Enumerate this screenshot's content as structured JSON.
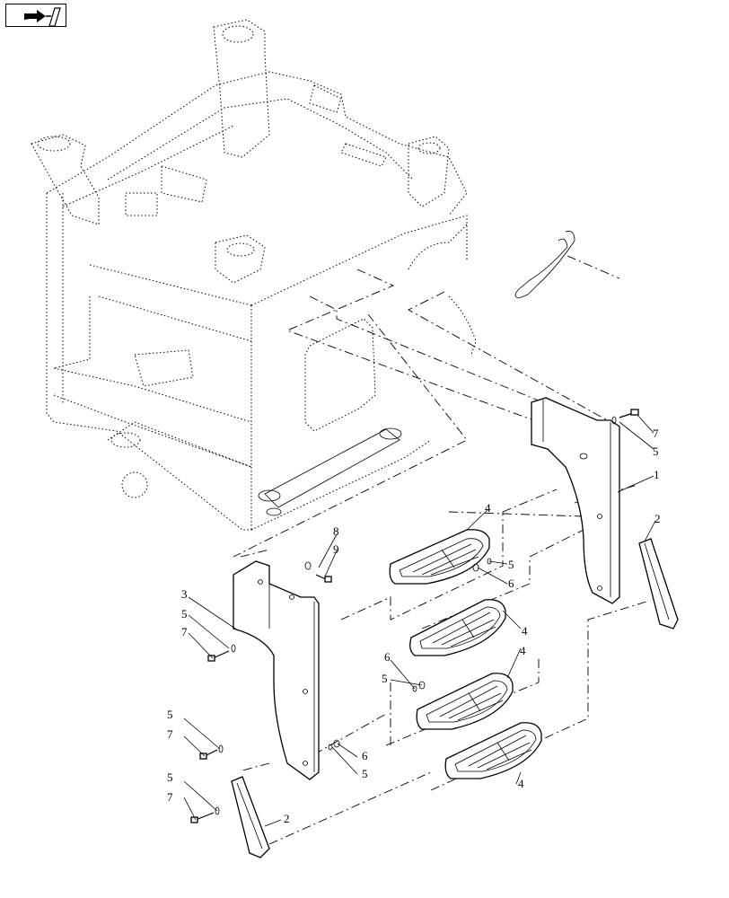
{
  "nav_icon": "next-page-arrow-icon",
  "callouts": {
    "c1": "1",
    "c2a": "2",
    "c2b": "2",
    "c3": "3",
    "c4a": "4",
    "c4b": "4",
    "c4c": "4",
    "c4d": "4",
    "c5a": "5",
    "c5b": "5",
    "c5c": "5",
    "c5d": "5",
    "c5e": "5",
    "c5f": "5",
    "c5g": "5",
    "c6a": "6",
    "c6b": "6",
    "c6c": "6",
    "c7a": "7",
    "c7b": "7",
    "c7c": "7",
    "c7d": "7",
    "c8": "8",
    "c9": "9"
  }
}
